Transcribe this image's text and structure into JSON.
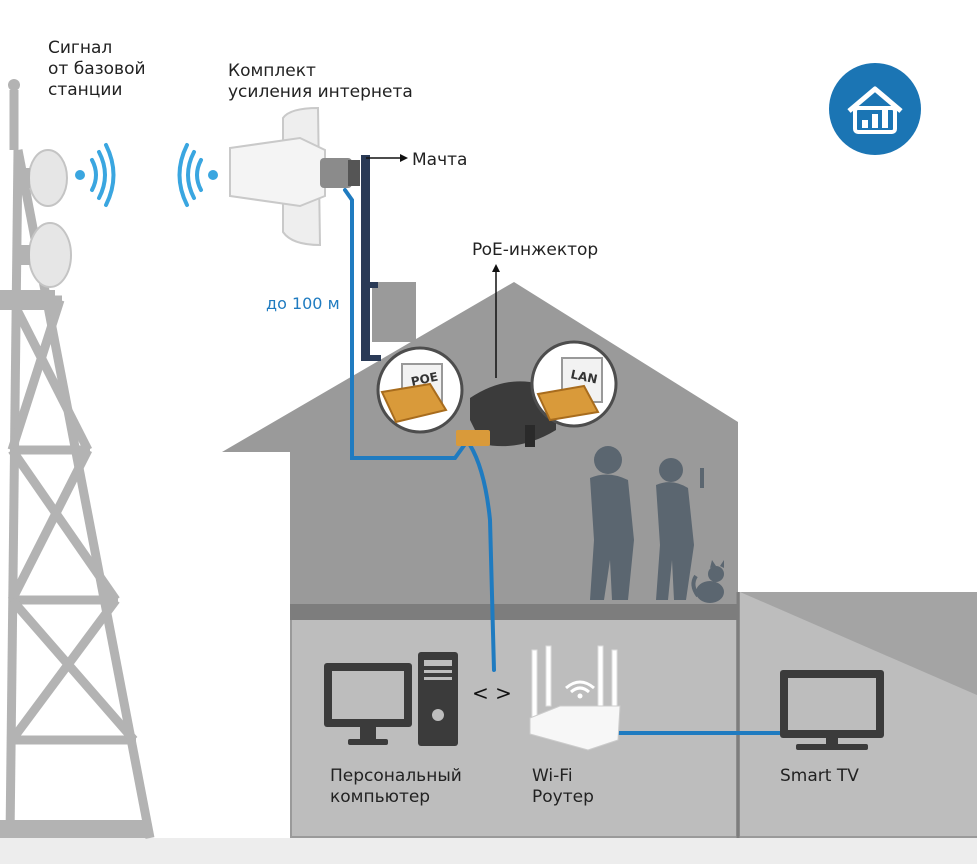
{
  "labels": {
    "signal": "Сигнал\nот базовой\nстанции",
    "kit": "Комплект\nусиления интернета",
    "mast": "Мачта",
    "poe_injector": "PoE-инжектор",
    "distance": "до 100 м",
    "poe_port": "POE",
    "lan_port": "LAN",
    "pc": "Персональный\nкомпьютер",
    "router": "Wi-Fi\nРоутер",
    "tv": "Smart TV",
    "link": "< >"
  },
  "icons": {
    "logo": "house-signal-bars-icon",
    "antenna": "panel-antenna-icon",
    "tower": "cell-tower-icon",
    "injector": "poe-injector-icon",
    "pc": "desktop-computer-icon",
    "router": "wifi-router-icon",
    "tv": "tv-icon",
    "people": "people-silhouette-icon",
    "cat": "cat-silhouette-icon"
  },
  "colors": {
    "cable": "#1f7bc0",
    "house": "#9a9a9a",
    "house_dark": "#7d7d7d",
    "tower": "#b3b3b3",
    "signal_waves": "#3aa6e0",
    "logo_bg": "#1b75b4",
    "port_gold": "#d99a3a",
    "device_dark": "#3b3b3b",
    "silhouette": "#5b6670"
  }
}
